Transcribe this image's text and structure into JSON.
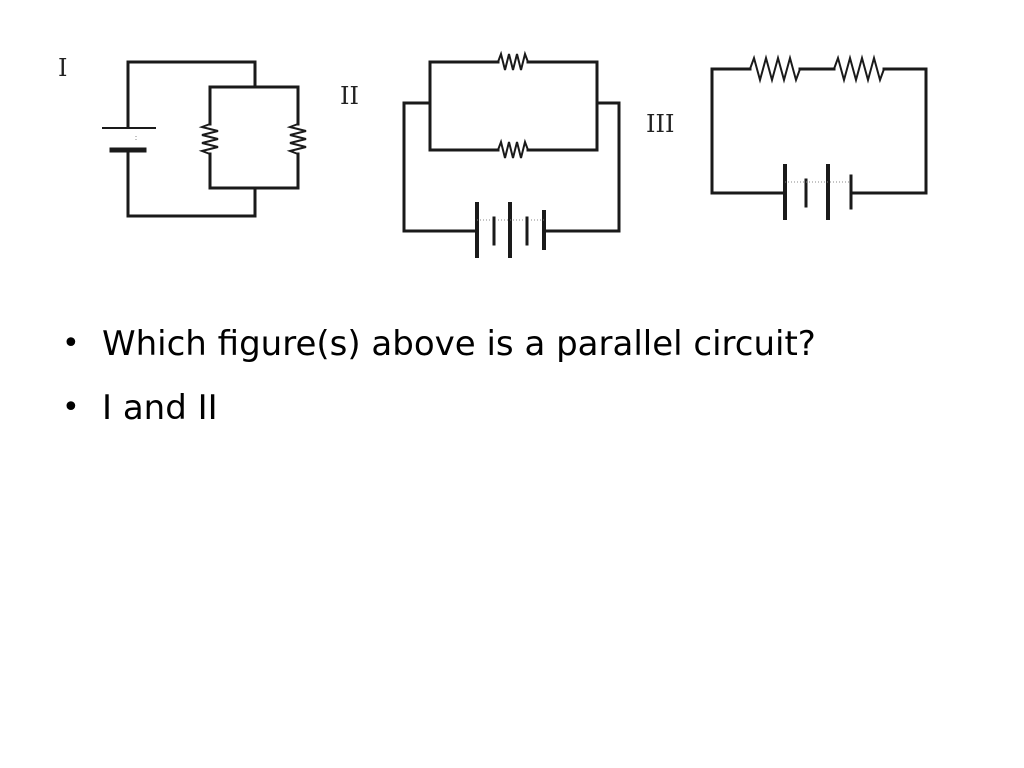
{
  "figure": {
    "labels": {
      "circuit_1": "I",
      "circuit_2": "II",
      "circuit_3": "III"
    }
  },
  "bullets": [
    {
      "text": "Which figure(s) above is a parallel circuit?"
    },
    {
      "text": "I and II"
    }
  ]
}
